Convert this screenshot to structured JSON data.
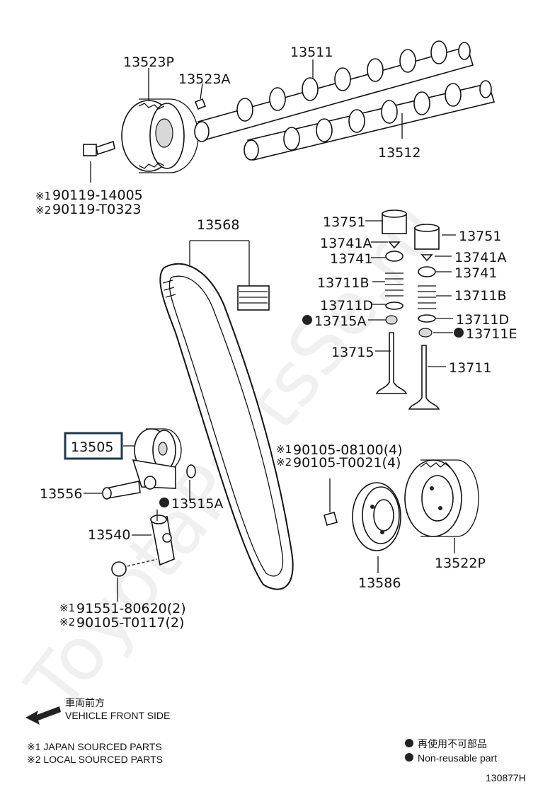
{
  "watermark": "ToyotaPartsSe.ru",
  "parts": {
    "p13523P": "13523P",
    "p13523A": "13523A",
    "p13511": "13511",
    "p13512": "13512",
    "bolt_a_1": "90119-14005",
    "bolt_a_2": "90119-T0323",
    "p13568": "13568",
    "p13751_l": "13751",
    "p13751_r": "13751",
    "p13741A_l": "13741A",
    "p13741A_r": "13741A",
    "p13741_l": "13741",
    "p13741_r": "13741",
    "p13711B_l": "13711B",
    "p13711B_r": "13711B",
    "p13711D_l": "13711D",
    "p13711D_r": "13711D",
    "p13715A": "13715A",
    "p13711E": "13711E",
    "p13715": "13715",
    "p13711": "13711",
    "p13505": "13505",
    "p13556": "13556",
    "p13515A": "13515A",
    "p13540": "13540",
    "bolt_b_1": "90105-08100(4)",
    "bolt_b_2": "90105-T0021(4)",
    "p13586": "13586",
    "p13522P": "13522P",
    "bolt_c_1": "91551-80620(2)",
    "bolt_c_2": "90105-T0117(2)"
  },
  "marks": {
    "source1": "※1",
    "source2": "※2"
  },
  "footer": {
    "front_jp": "車両前方",
    "front_en": "VEHICLE FRONT SIDE",
    "note1": "※1 JAPAN SOURCED PARTS",
    "note2": "※2 LOCAL SOURCED PARTS",
    "nonreuse_jp": "再使用不可部品",
    "nonreuse_en": "Non-reusable part",
    "diagram_id": "130877H"
  },
  "colors": {
    "highlight_box": "#1f3a4d"
  }
}
